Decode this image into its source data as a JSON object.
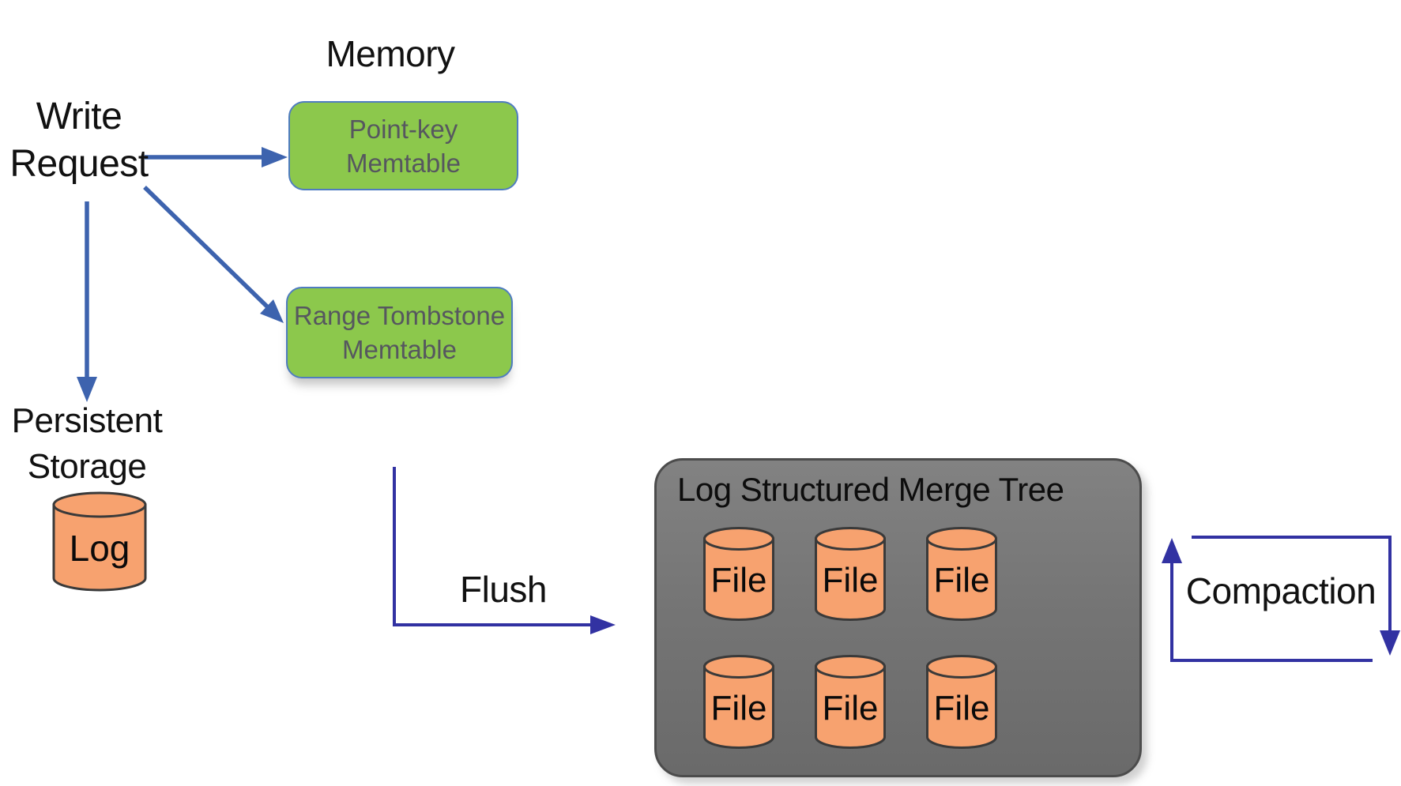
{
  "labels": {
    "memory": "Memory",
    "write_request_line1": "Write",
    "write_request_line2": "Request",
    "persistent_line1": "Persistent",
    "persistent_line2": "Storage",
    "flush": "Flush",
    "compaction": "Compaction"
  },
  "memtables": [
    {
      "line1": "Point-key",
      "line2": "Memtable"
    },
    {
      "line1": "Range Tombstone",
      "line2": "Memtable"
    }
  ],
  "log_cylinder": {
    "label": "Log"
  },
  "lsm": {
    "title": "Log Structured Merge Tree",
    "files": [
      {
        "label": "File"
      },
      {
        "label": "File"
      },
      {
        "label": "File"
      },
      {
        "label": "File"
      },
      {
        "label": "File"
      },
      {
        "label": "File"
      }
    ]
  },
  "colors": {
    "write_arrow": "#3D63AE",
    "flush_compaction_arrow": "#3232A2",
    "memtable_fill": "#8CC84C",
    "memtable_border": "#4F7CC0",
    "memtable_text": "#56575F",
    "cylinder_fill": "#F7A26F",
    "cylinder_stroke": "#3A3A3A",
    "lsm_box_fill": "#757575",
    "lsm_box_border": "#4C4C4C",
    "label_text": "#111111"
  }
}
